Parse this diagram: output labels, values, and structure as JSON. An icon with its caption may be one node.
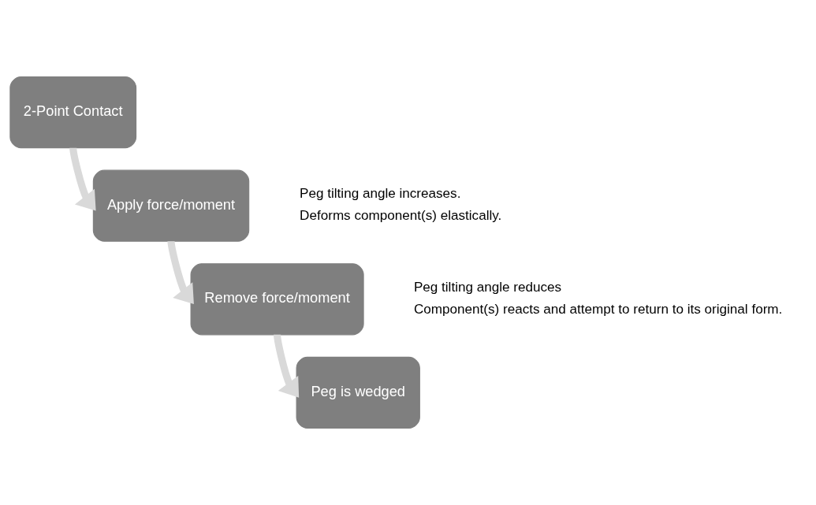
{
  "diagram": {
    "nodes": [
      {
        "text": [
          "2-Point Contact"
        ]
      },
      {
        "text": [
          "Apply force/moment"
        ],
        "beside": [
          "Peg tilting angle increases.",
          "Deforms component(s) elastically."
        ]
      },
      {
        "text": [
          "Remove force/moment"
        ],
        "beside": [
          "Peg tilting angle reduces",
          "Component(s) reacts and attempt to return to its original form."
        ]
      },
      {
        "text": [
          "Peg is wedged"
        ]
      }
    ],
    "edges": [
      {
        "from": 0,
        "to": 1,
        "arrow": "to"
      },
      {
        "from": 1,
        "to": 2,
        "arrow": "to"
      },
      {
        "from": 2,
        "to": 3,
        "arrow": "to"
      }
    ]
  }
}
